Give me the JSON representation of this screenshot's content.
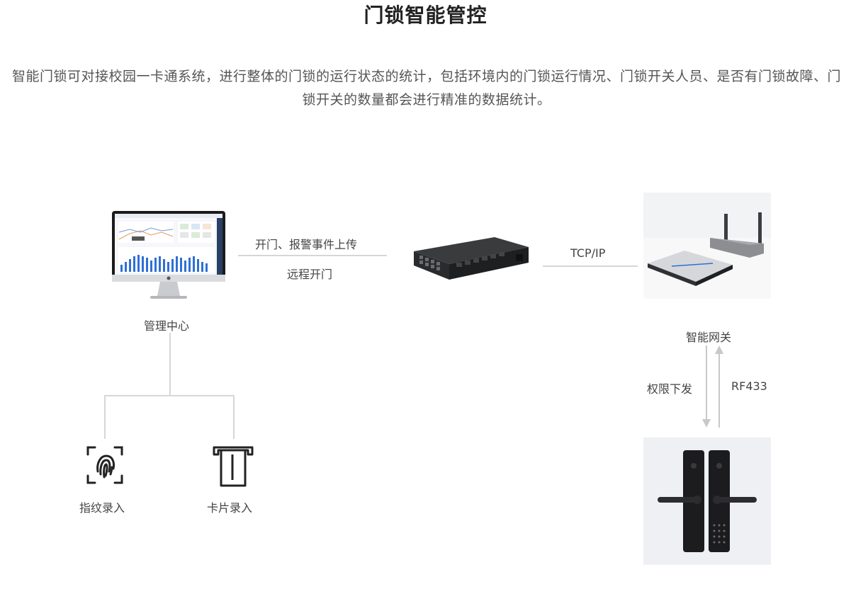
{
  "header": {
    "title": "门锁智能管控",
    "description": "智能门锁可对接校园一卡通系统，进行整体的门锁的运行状态的统计，包括环境内的门锁运行情况、门锁开关人员、是否有门锁故障、门锁开关的数量都会进行精准的数据统计。"
  },
  "nodes": {
    "management_center": "管理中心",
    "gateway": "智能网关",
    "fingerprint": "指纹录入",
    "card": "卡片录入"
  },
  "links": {
    "upload": "开门、报警事件上传",
    "remote_open": "远程开门",
    "tcpip": "TCP/IP",
    "permission": "权限下发",
    "rf": "RF433"
  },
  "icons": {
    "monitor": "monitor-icon",
    "switch": "network-switch-icon",
    "gateway": "gateway-router-icon",
    "lock": "smart-door-lock-icon",
    "fingerprint": "fingerprint-icon",
    "card": "card-reader-icon"
  },
  "colors": {
    "line": "#d6d6d6",
    "accent": "#2f6fd6",
    "dark": "#1f1f1f"
  }
}
